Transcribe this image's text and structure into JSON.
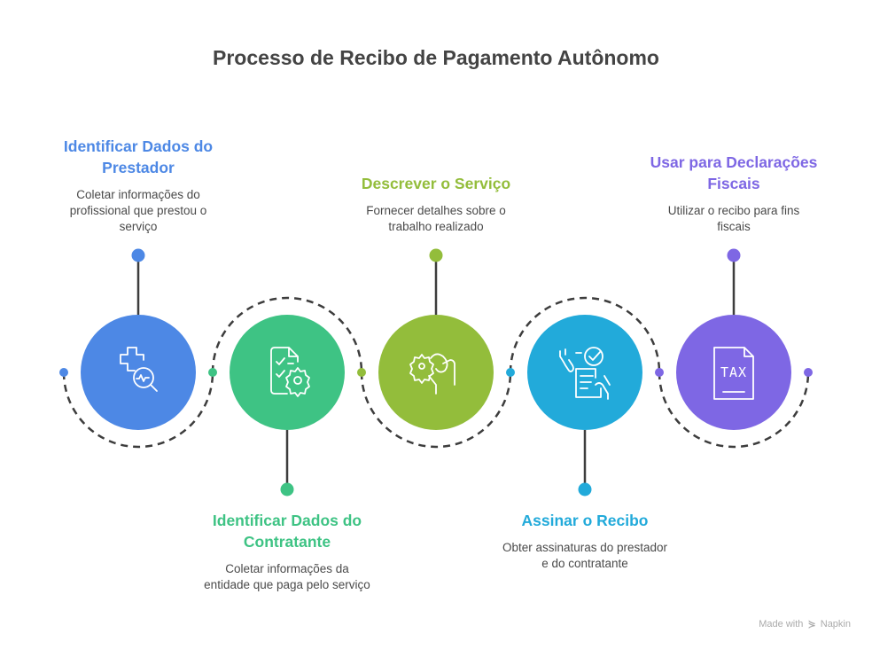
{
  "title": "Processo de Recibo de Pagamento Autônomo",
  "steps": [
    {
      "title_lines": [
        "Identificar Dados do",
        "Prestador"
      ],
      "desc_lines": [
        "Coletar informações do",
        "profissional que prestou o",
        "serviço"
      ],
      "color": "#4D88E5",
      "icon": "health-search-icon",
      "label_side": "top"
    },
    {
      "title_lines": [
        "Identificar Dados do",
        "Contratante"
      ],
      "desc_lines": [
        "Coletar informações da",
        "entidade que paga pelo serviço"
      ],
      "color": "#3EC384",
      "icon": "checklist-gear-icon",
      "label_side": "bottom"
    },
    {
      "title_lines": [
        "Descrever o Serviço"
      ],
      "desc_lines": [
        "Fornecer detalhes sobre o",
        "trabalho realizado"
      ],
      "color": "#93BD3B",
      "icon": "hand-gear-icon",
      "label_side": "top"
    },
    {
      "title_lines": [
        "Assinar o Recibo"
      ],
      "desc_lines": [
        "Obter assinaturas do prestador",
        "e do contratante"
      ],
      "color": "#22AADA",
      "icon": "signed-document-icon",
      "label_side": "bottom"
    },
    {
      "title_lines": [
        "Usar para Declarações",
        "Fiscais"
      ],
      "desc_lines": [
        "Utilizar o recibo para fins",
        "fiscais"
      ],
      "color": "#7E67E4",
      "icon": "tax-document-icon",
      "label_side": "top",
      "icon_text": "TAX"
    }
  ],
  "connector_color": "#3d3d3d",
  "footer": {
    "made_with": "Made with",
    "brand": "Napkin",
    "logo_icon": "napkin-logo-icon"
  }
}
